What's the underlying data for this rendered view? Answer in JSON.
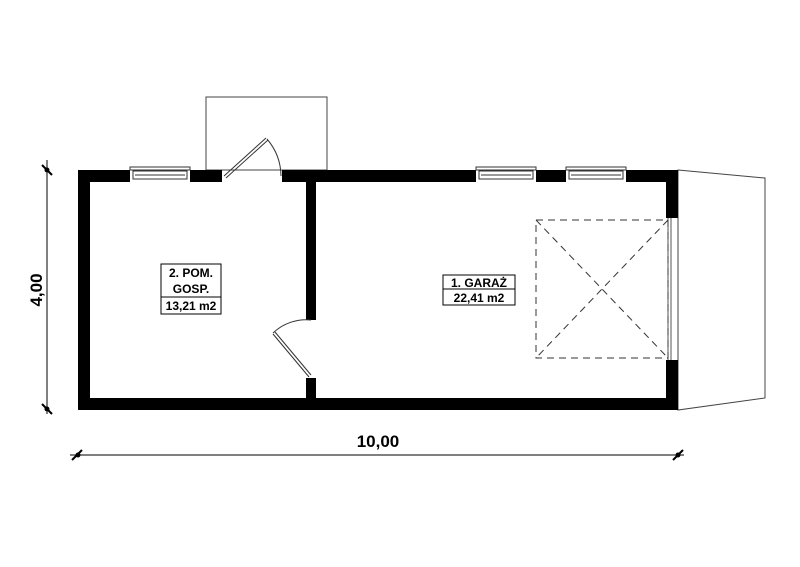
{
  "rooms": [
    {
      "number_name_line1": "2. POM.",
      "name_line2": "GOSP.",
      "area": "13,21 m2"
    },
    {
      "number_name_line1": "1. GARAŻ",
      "area": "22,41 m2"
    }
  ],
  "dimensions": {
    "height": "4,00",
    "width": "10,00"
  },
  "colors": {
    "wall": "#000000",
    "line": "#333333",
    "background": "#ffffff"
  }
}
